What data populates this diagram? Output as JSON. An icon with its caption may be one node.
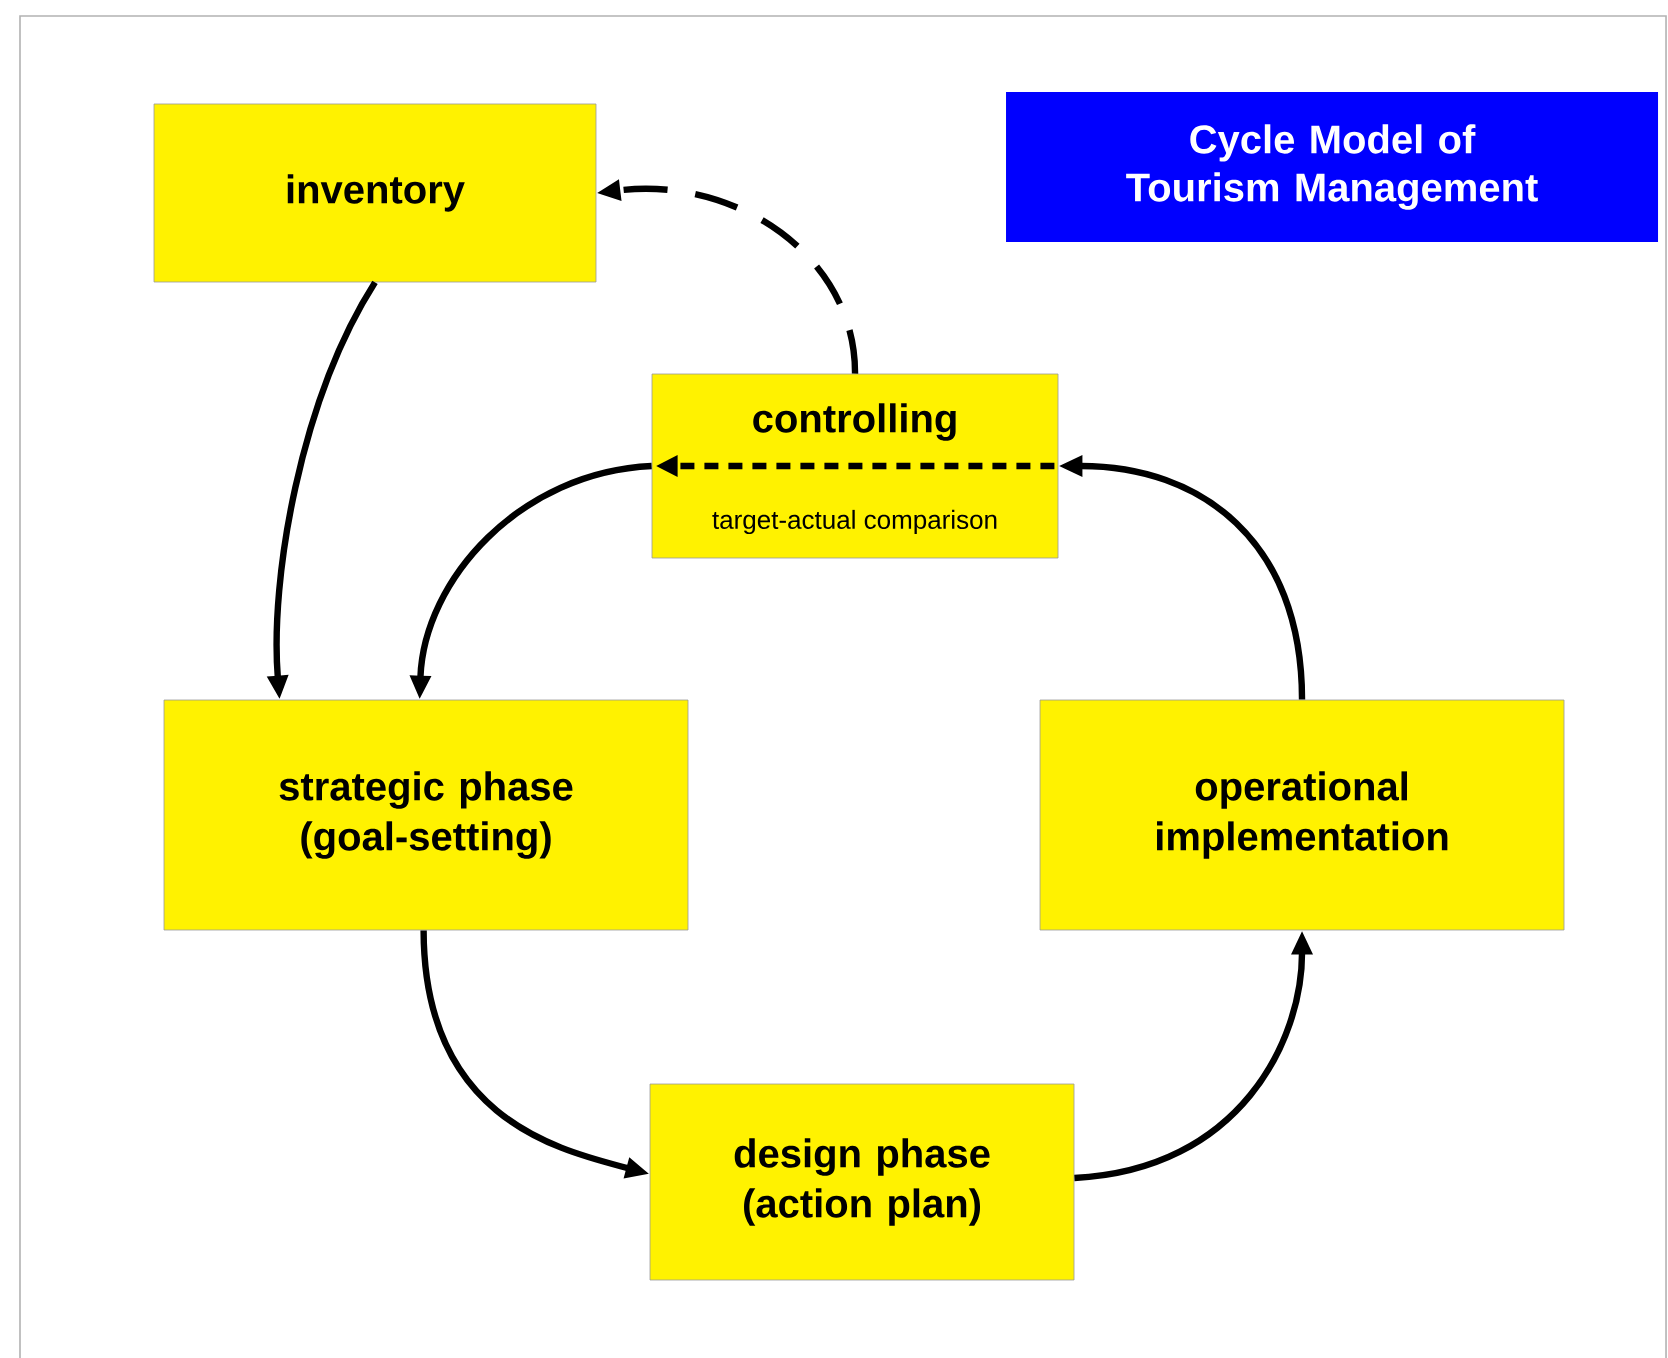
{
  "diagram": {
    "title": "Cycle Model of Tourism Management",
    "nodes": [
      {
        "text": [
          "inventory"
        ]
      },
      {
        "text": [
          "controlling",
          "target-actual comparison"
        ]
      },
      {
        "text": [
          "strategic phase (goal-setting)"
        ]
      },
      {
        "text": [
          "operational implementation"
        ]
      },
      {
        "text": [
          "design phase (action plan)"
        ]
      }
    ],
    "edges": [
      {
        "from": 1,
        "to": 0,
        "arrow": "to",
        "style": "dashed"
      },
      {
        "from": 0,
        "to": 2,
        "arrow": "to"
      },
      {
        "from": 1,
        "to": 2,
        "arrow": "to"
      },
      {
        "from": 2,
        "to": 4,
        "arrow": "to"
      },
      {
        "from": 4,
        "to": 3,
        "arrow": "to"
      },
      {
        "from": 3,
        "to": 1,
        "arrow": "to"
      }
    ]
  }
}
